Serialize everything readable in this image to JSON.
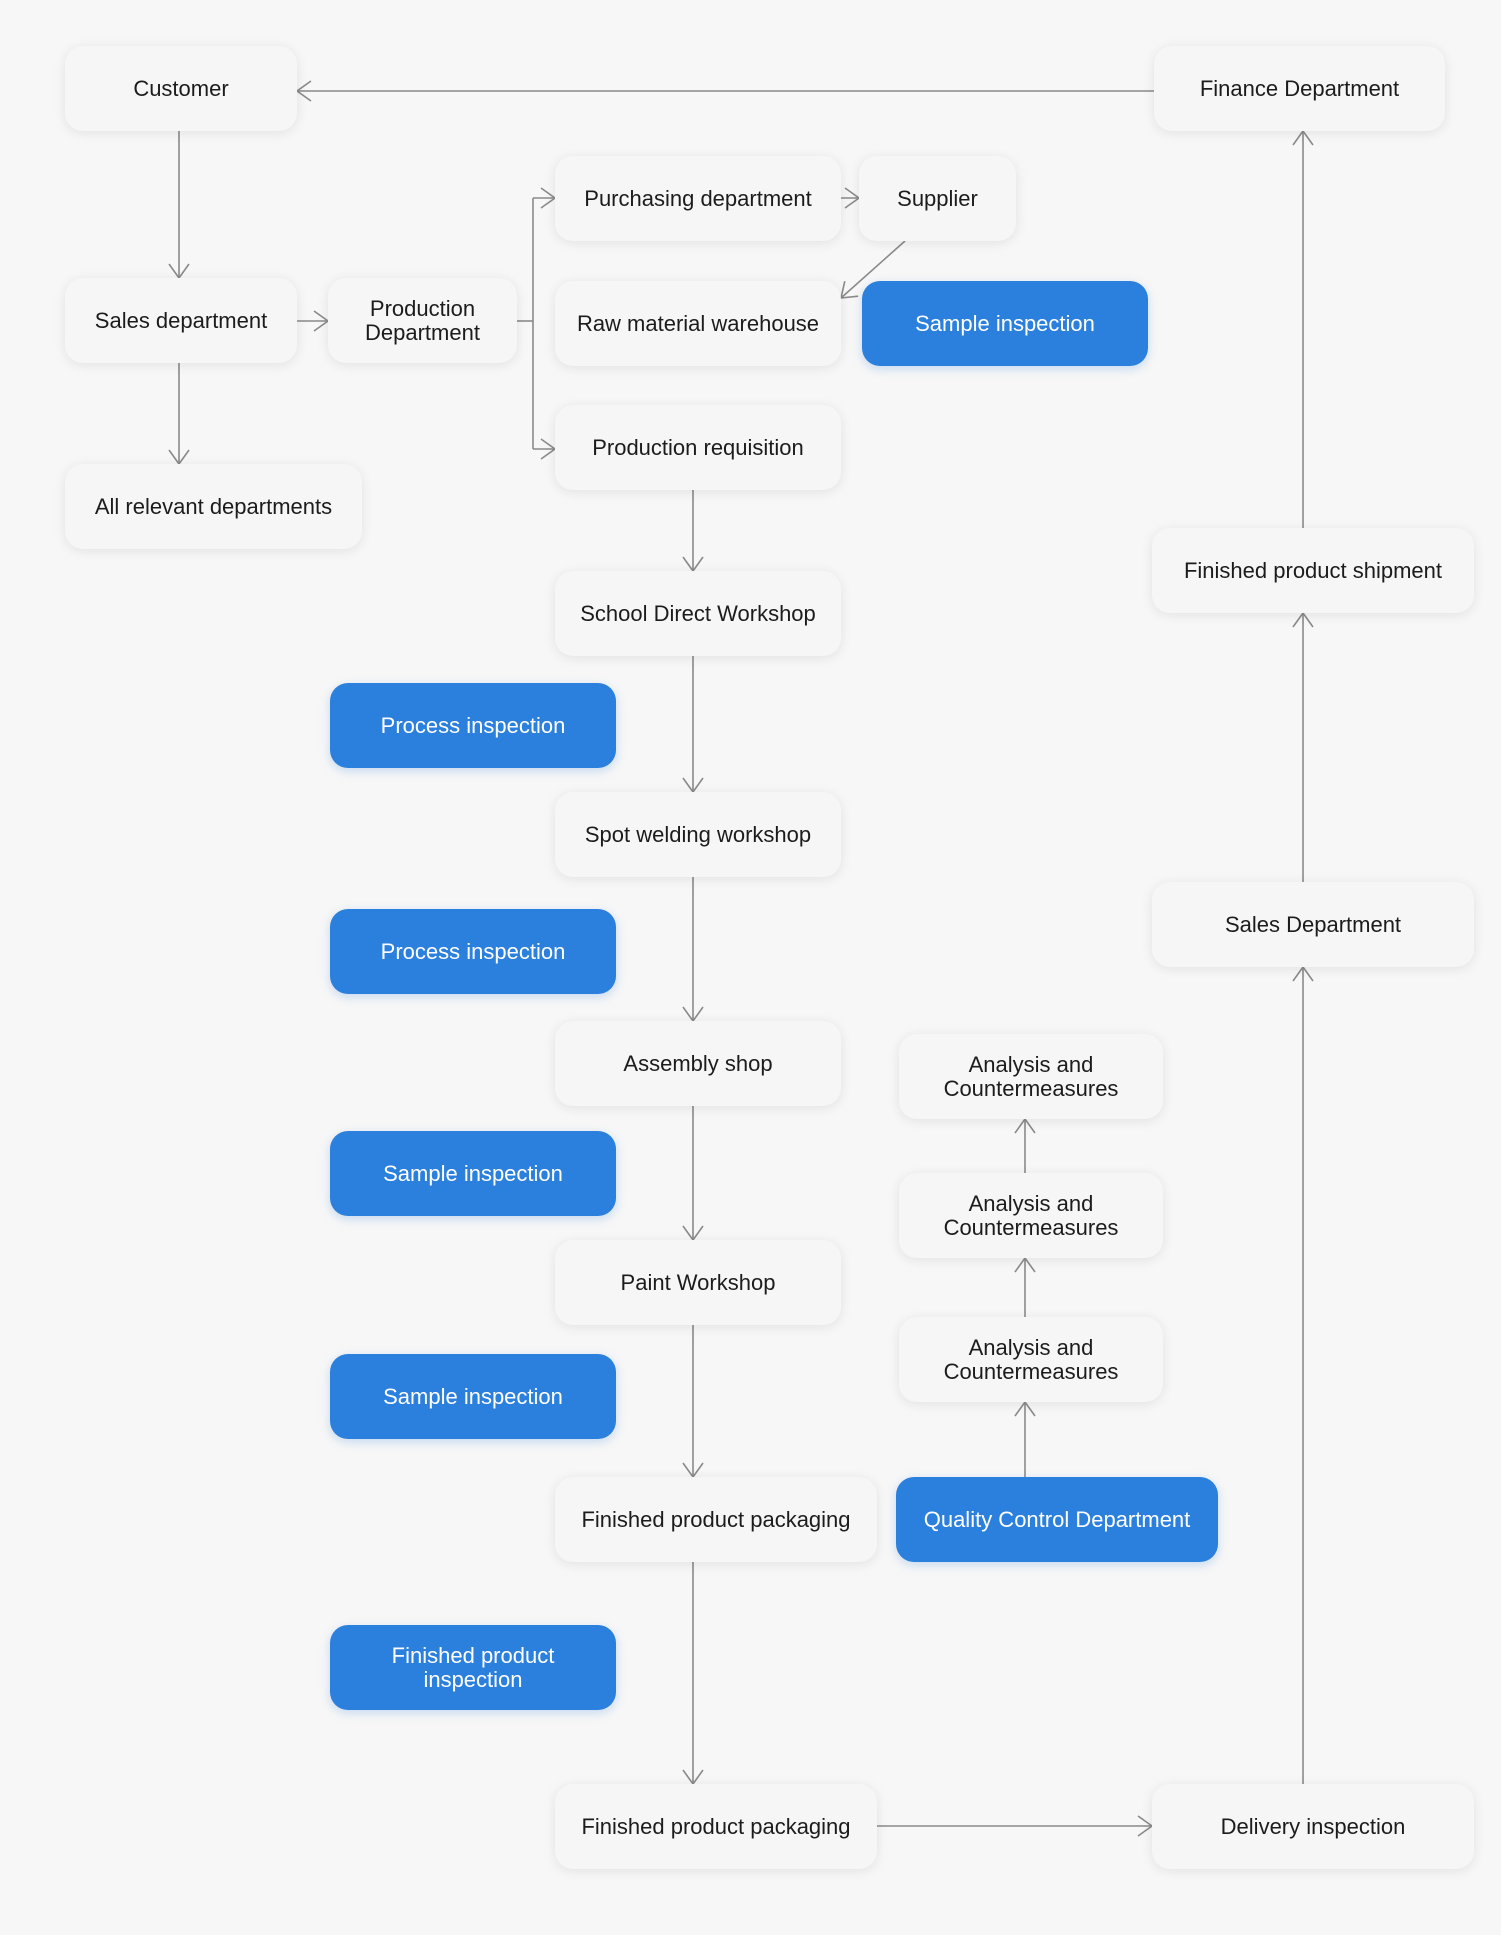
{
  "nodes": {
    "customer": "Customer",
    "finance_department": "Finance Department",
    "purchasing_department": "Purchasing department",
    "supplier": "Supplier",
    "sales_department": "Sales department",
    "production_department": "Production\nDepartment",
    "raw_material_warehouse": "Raw material warehouse",
    "sample_inspection_top": "Sample inspection",
    "production_requisition": "Production requisition",
    "all_relevant_departments": "All relevant departments",
    "finished_product_shipment": "Finished product shipment",
    "school_direct_workshop": "School Direct Workshop",
    "process_inspection_1": "Process inspection",
    "spot_welding_workshop": "Spot welding workshop",
    "sales_department_right": "Sales Department",
    "process_inspection_2": "Process inspection",
    "assembly_shop": "Assembly shop",
    "analysis_1": "Analysis and\nCountermeasures",
    "sample_inspection_2": "Sample inspection",
    "analysis_2": "Analysis and\nCountermeasures",
    "paint_workshop": "Paint Workshop",
    "analysis_3": "Analysis and\nCountermeasures",
    "sample_inspection_3": "Sample inspection",
    "finished_product_packaging_1": "Finished product packaging",
    "quality_control_department": "Quality Control Department",
    "finished_product_inspection": "Finished product\ninspection",
    "finished_product_packaging_2": "Finished product packaging",
    "delivery_inspection": "Delivery inspection"
  },
  "colors": {
    "background": "#f7f7f7",
    "node": "#f6f6f6",
    "highlight": "#2b7fdd",
    "connector": "#8a8a8a"
  }
}
